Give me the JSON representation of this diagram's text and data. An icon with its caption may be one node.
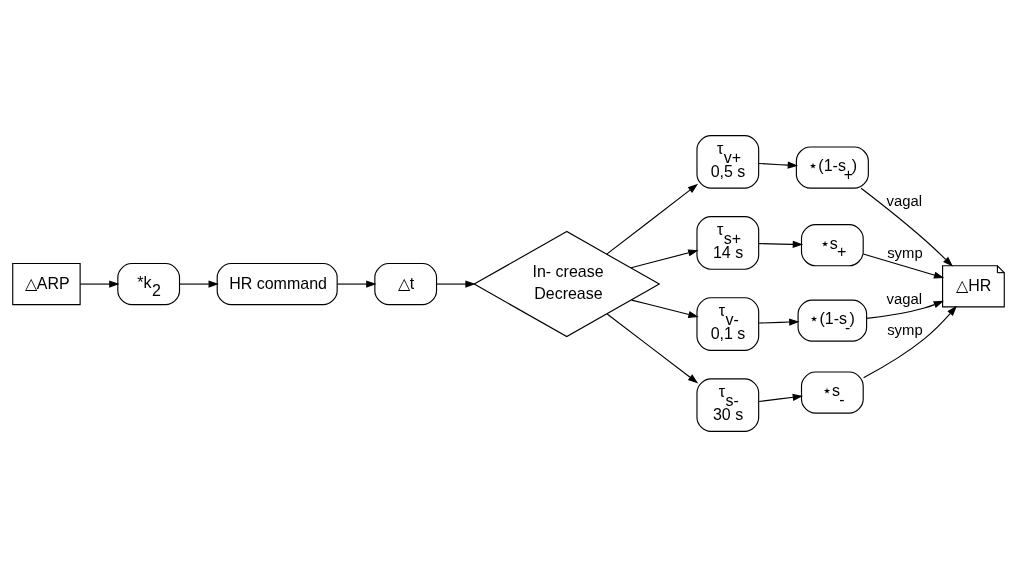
{
  "diagram": {
    "nodes": [
      {
        "text": [
          "△ARP"
        ]
      },
      {
        "text": [
          "*k$_{2}$"
        ]
      },
      {
        "text": [
          "HR command"
        ]
      },
      {
        "text": [
          "△t"
        ]
      },
      {
        "text": [
          "In- crease",
          "Decrease"
        ]
      },
      {
        "text": [
          "τ$_{v+}$",
          "0,5 s"
        ]
      },
      {
        "text": [
          "⋆(1-s$_{+}$)"
        ]
      },
      {
        "text": [
          "τ$_{s+}$",
          "14 s"
        ]
      },
      {
        "text": [
          "⋆s$_{+}$"
        ]
      },
      {
        "text": [
          "τ$_{v-}$",
          "0,1 s"
        ]
      },
      {
        "text": [
          "⋆(1-s$_{-}$)"
        ]
      },
      {
        "text": [
          "τ$_{s-}$",
          "30 s"
        ]
      },
      {
        "text": [
          "⋆s$_{-}$"
        ]
      },
      {
        "text": [
          "△HR"
        ]
      }
    ],
    "edges": [
      {
        "from": 0,
        "to": 1,
        "arrow": "to"
      },
      {
        "from": 1,
        "to": 2,
        "arrow": "to"
      },
      {
        "from": 2,
        "to": 3,
        "arrow": "to"
      },
      {
        "from": 3,
        "to": 4,
        "arrow": "to"
      },
      {
        "from": 4,
        "to": 5,
        "arrow": "to"
      },
      {
        "from": 4,
        "to": 7,
        "arrow": "to"
      },
      {
        "from": 4,
        "to": 9,
        "arrow": "to"
      },
      {
        "from": 4,
        "to": 11,
        "arrow": "to"
      },
      {
        "from": 5,
        "to": 6,
        "arrow": "to"
      },
      {
        "from": 7,
        "to": 8,
        "arrow": "to"
      },
      {
        "from": 9,
        "to": 10,
        "arrow": "to"
      },
      {
        "from": 11,
        "to": 12,
        "arrow": "to"
      },
      {
        "from": 6,
        "to": 13,
        "arrow": "to",
        "label": "vagal"
      },
      {
        "from": 8,
        "to": 13,
        "arrow": "to",
        "label": "symp"
      },
      {
        "from": 10,
        "to": 13,
        "arrow": "to",
        "label": "vagal"
      },
      {
        "from": 12,
        "to": 13,
        "arrow": "to",
        "label": "symp"
      }
    ]
  }
}
